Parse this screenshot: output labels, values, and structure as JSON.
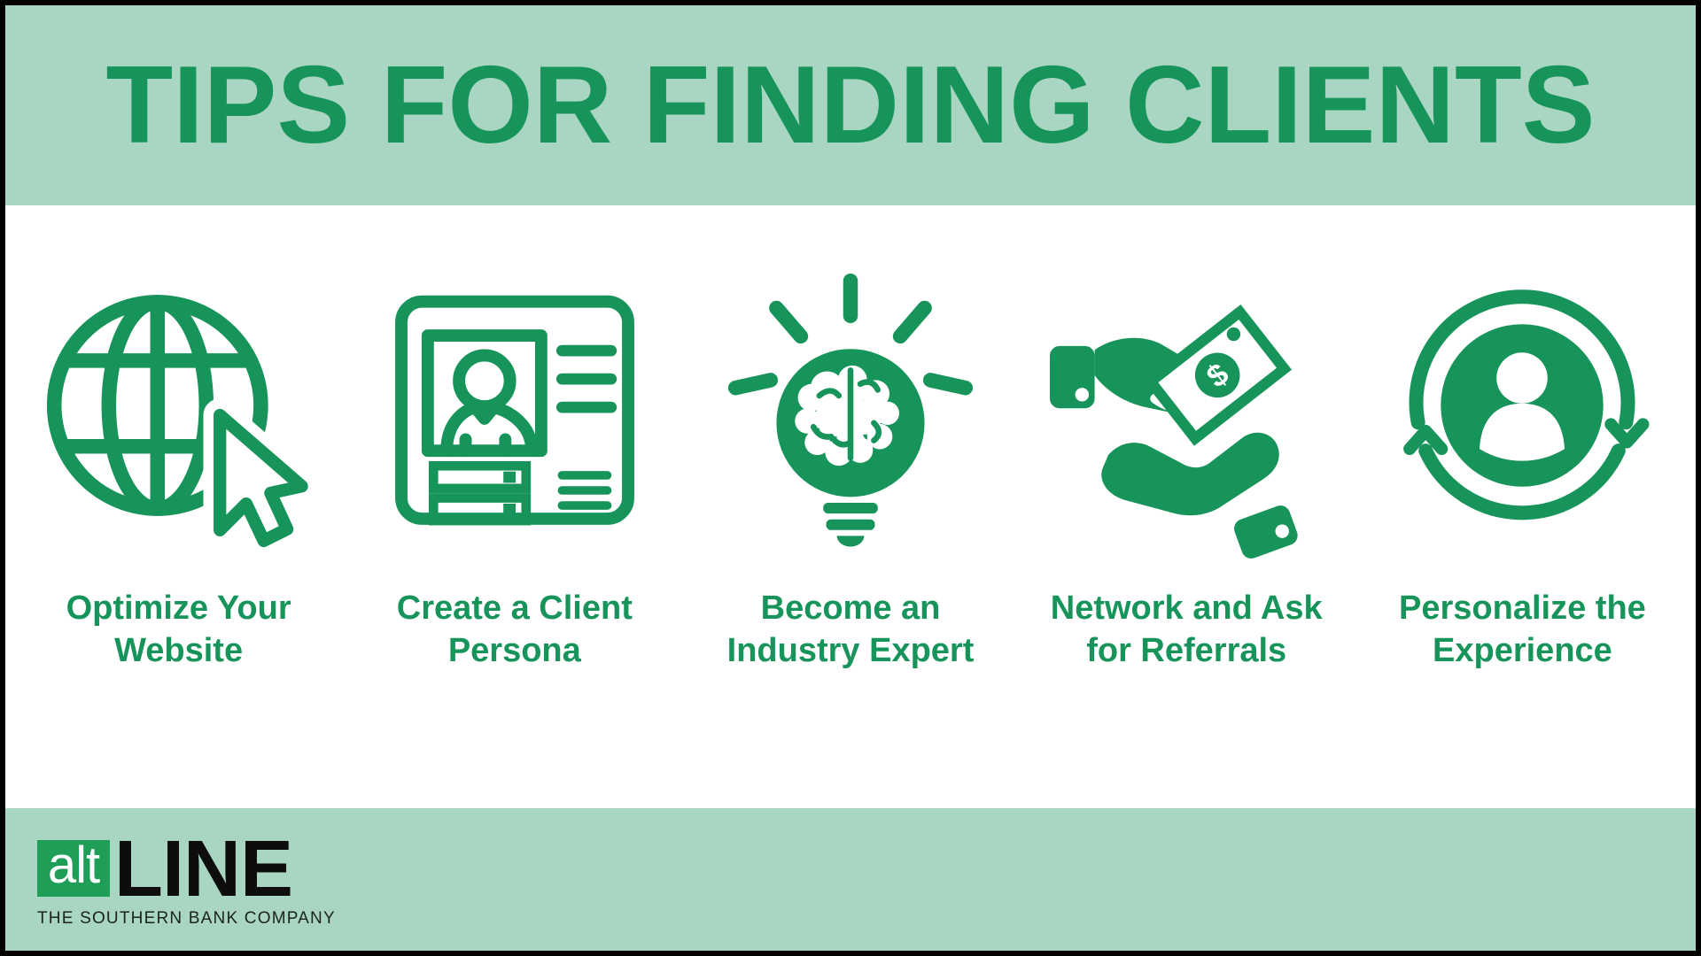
{
  "header": {
    "title": "TIPS FOR FINDING CLIENTS"
  },
  "colors": {
    "mint_band": "#a9d6c3",
    "accent_green": "#17945a",
    "logo_green": "#1f9e58",
    "text_black": "#0d0d0d"
  },
  "tips": [
    {
      "icon": "globe-cursor-icon",
      "line1": "Optimize Your",
      "line2": "Website"
    },
    {
      "icon": "client-persona-card-icon",
      "line1": "Create a Client",
      "line2": "Persona"
    },
    {
      "icon": "lightbulb-brain-icon",
      "line1": "Become an",
      "line2": "Industry Expert"
    },
    {
      "icon": "money-exchange-hands-icon",
      "line1": "Network and Ask",
      "line2": "for Referrals"
    },
    {
      "icon": "person-refresh-icon",
      "line1": "Personalize the",
      "line2": "Experience"
    }
  ],
  "icons": {
    "dollar_sign": "$"
  },
  "footer": {
    "logo_alt": "alt",
    "logo_line": "LINE",
    "tagline": "THE SOUTHERN BANK COMPANY"
  }
}
